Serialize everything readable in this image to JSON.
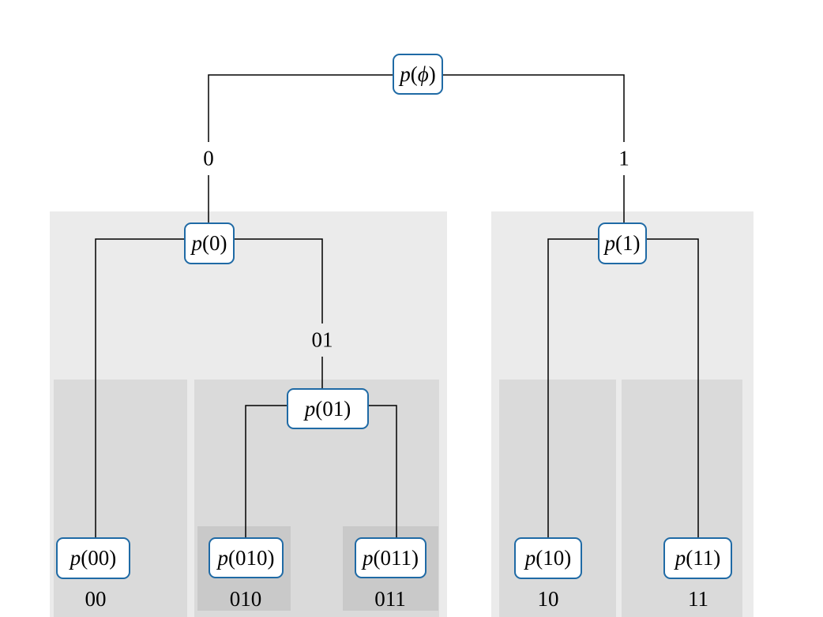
{
  "diagram": {
    "nodes": {
      "root": {
        "arg": "ϕ",
        "arg_italic": true
      },
      "n0": {
        "arg": "0"
      },
      "n1": {
        "arg": "1"
      },
      "n00": {
        "arg": "00"
      },
      "n01": {
        "arg": "01"
      },
      "n010": {
        "arg": "010"
      },
      "n011": {
        "arg": "011"
      },
      "n10": {
        "arg": "10"
      },
      "n11": {
        "arg": "11"
      }
    },
    "node_prefix": "p",
    "edge_labels": {
      "e0": "0",
      "e1": "1",
      "e01": "01"
    },
    "leaf_codes": {
      "c00": "00",
      "c010": "010",
      "c011": "011",
      "c10": "10",
      "c11": "11"
    },
    "colors": {
      "node_border": "#1f6aa5",
      "region_level1": "#ebebeb",
      "region_level2": "#dadada",
      "region_level3": "#c9c9c9",
      "edge": "#000000"
    }
  }
}
